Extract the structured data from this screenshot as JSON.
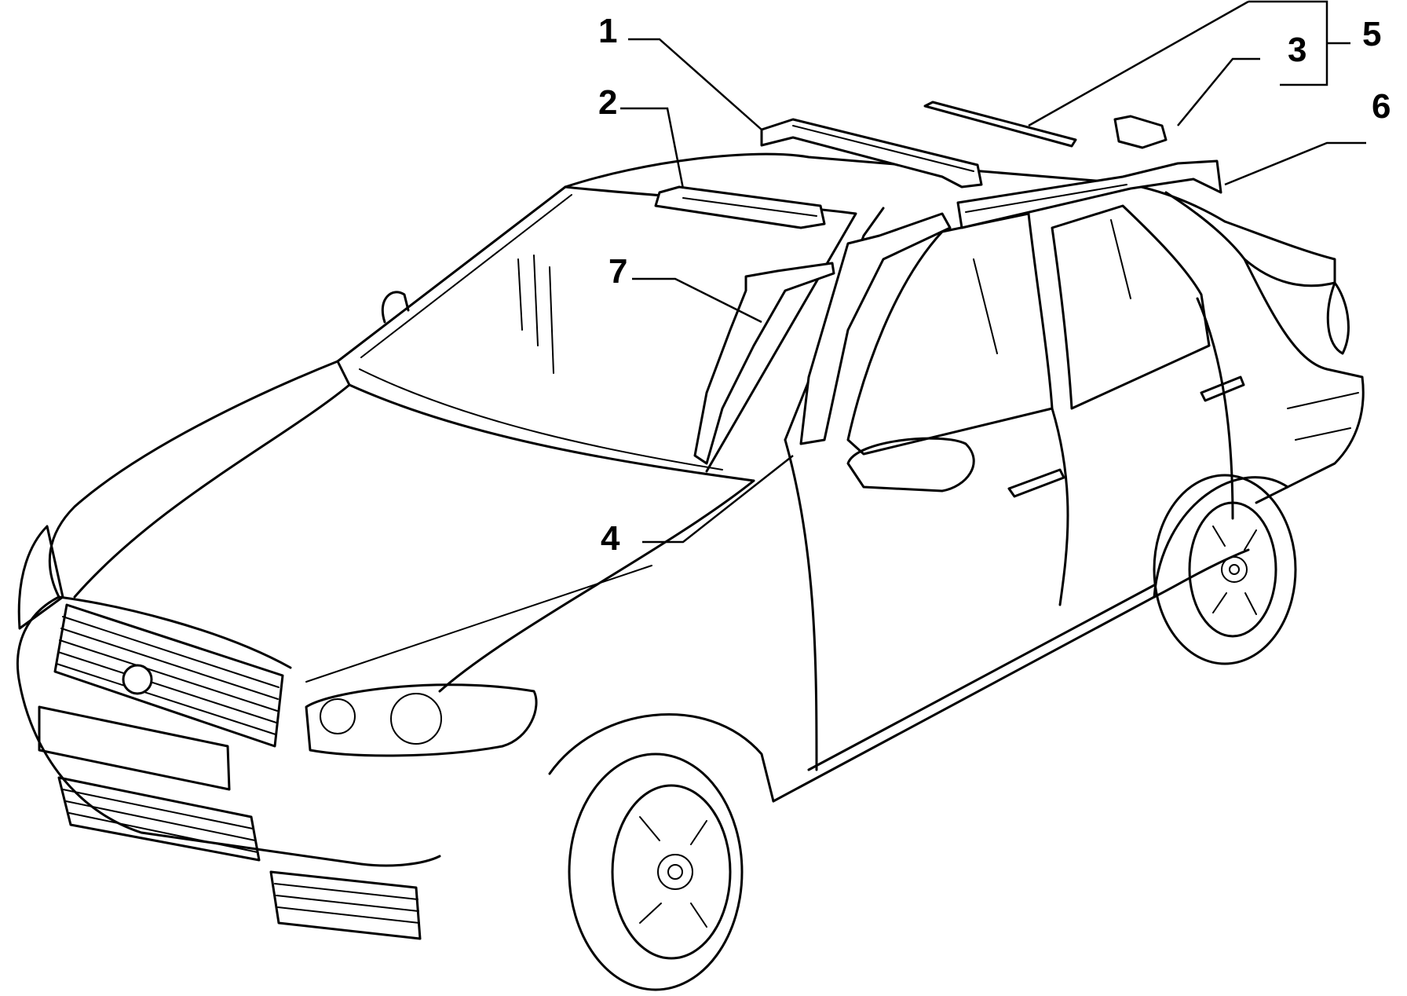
{
  "diagram": {
    "subject_icon": "car-body-reinforcement-diagram",
    "callouts": [
      {
        "id": "1",
        "label": "1"
      },
      {
        "id": "2",
        "label": "2"
      },
      {
        "id": "3",
        "label": "3"
      },
      {
        "id": "4",
        "label": "4"
      },
      {
        "id": "5",
        "label": "5"
      },
      {
        "id": "6",
        "label": "6"
      },
      {
        "id": "7",
        "label": "7"
      }
    ]
  }
}
